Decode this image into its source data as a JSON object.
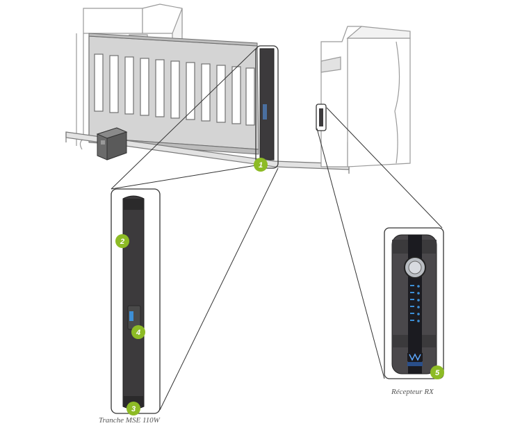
{
  "callouts": [
    {
      "label": "1"
    },
    {
      "label": "2"
    },
    {
      "label": "3"
    },
    {
      "label": "4"
    },
    {
      "label": "5"
    }
  ],
  "captions": {
    "edge": "Tranche MSE 110W",
    "receiver": "Récepteur RX"
  },
  "colors": {
    "callout_green": "#8dbb25",
    "outline": "#333333",
    "gate_fill": "#d4d4d4",
    "device_dark": "#3c3a3c",
    "led_blue": "#3d8fd6"
  }
}
